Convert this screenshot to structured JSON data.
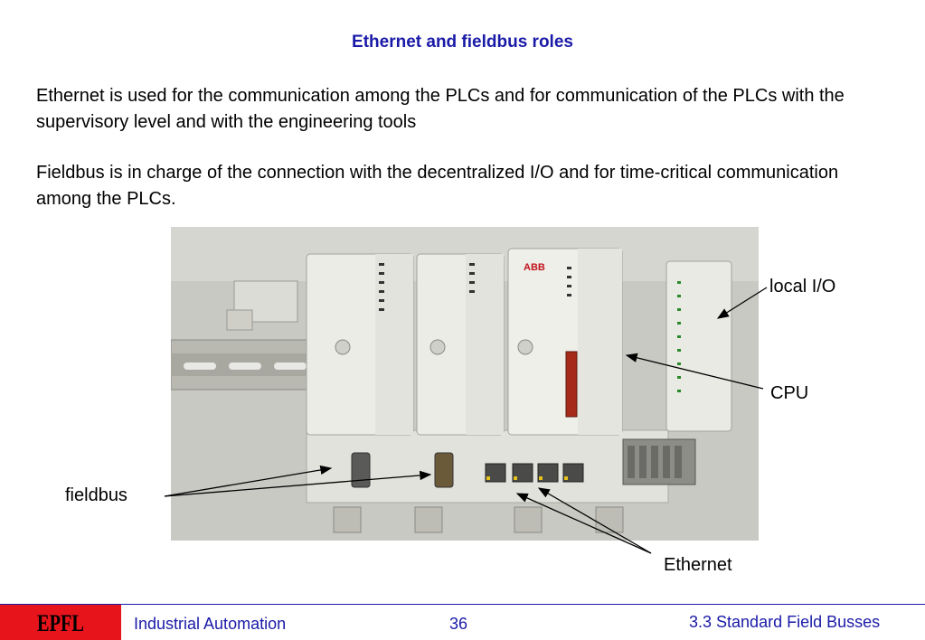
{
  "slide": {
    "title": "Ethernet and fieldbus roles",
    "paragraph1": "Ethernet is used for the communication among the PLCs and for communication of the PLCs with the supervisory level and with the engineering tools",
    "paragraph2": "Fieldbus is in charge of the connection with the decentralized I/O and for time-critical communication among the PLCs."
  },
  "labels": {
    "local_io": "local I/O",
    "cpu": "CPU",
    "fieldbus": "fieldbus",
    "ethernet": "Ethernet"
  },
  "photo": {
    "brand": "ABB"
  },
  "footer": {
    "logo": "EPFL",
    "left": "Industrial Automation",
    "page": "36",
    "right": "3.3 Standard Field Busses"
  },
  "colors": {
    "title": "#1a1aa8",
    "footer_text": "#1a1aa8",
    "logo_bg": "#e8141c"
  }
}
